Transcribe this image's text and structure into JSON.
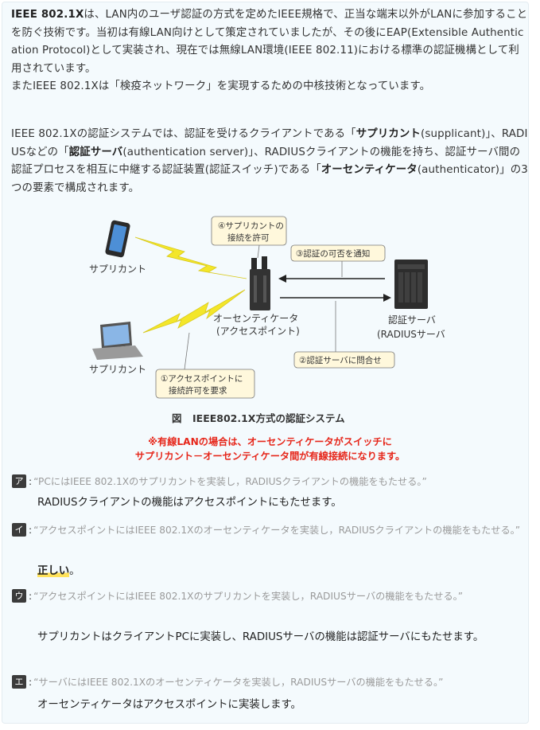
{
  "paragraph1": {
    "term": "IEEE 802.1X",
    "text": "は、LAN内のユーザ認証の方式を定めたIEEE規格で、正当な端末以外がLANに参加することを防ぐ技術です。当初は有線LAN向けとして策定されていましたが、その後にEAP(Extensible Authentication Protocol)として実装され、現在では無線LAN環境(IEEE 802.11)における標準の認証機構として利用されています。",
    "line2": "またIEEE 802.1Xは「検疫ネットワーク」を実現するための中核技術となっています。"
  },
  "paragraph2": {
    "part1": "IEEE 802.1Xの認証システムでは、認証を受けるクライアントである「",
    "term1": "サプリカント",
    "part2": "(supplicant)」、RADIUSなどの「",
    "term2": "認証サーバ",
    "part3": "(authentication server)」、RADIUSクライアントの機能を持ち、認証サーバ間の認証プロセスを相互に中継する認証装置(認証スイッチ)である「",
    "term3": "オーセンティケータ",
    "part4": "(authenticator)」の3つの要素で構成されます。"
  },
  "diagram": {
    "supplicant_top": "サプリカント",
    "supplicant_bottom": "サプリカント",
    "authenticator_line1": "オーセンティケータ",
    "authenticator_line2": "(アクセスポイント)",
    "server_line1": "認証サーバ",
    "server_line2": "(RADIUSサーバ)",
    "step4_line1": "④サプリカントの",
    "step4_line2": "接続を許可",
    "step3": "③認証の可否を通知",
    "step2": "②認証サーバに問合せ",
    "step1_line1": "①アクセスポイントに",
    "step1_line2": "接続許可を要求",
    "caption_label": "図",
    "caption": "IEEE802.1X方式の認証システム"
  },
  "note": {
    "line1": "※有線LANの場合は、オーセンティケータがスイッチに",
    "line2": "サプリカント－オーセンティケータ間が有線接続になります。"
  },
  "choices": [
    {
      "badge": "ア",
      "colon": ":",
      "question": "“PCにはIEEE 802.1Xのサプリカントを実装し，RADIUSクライアントの機能をもたせる。”",
      "answer": "RADIUSクライアントの機能はアクセスポイントにもたせます。"
    },
    {
      "badge": "イ",
      "colon": ":",
      "question": "“アクセスポイントにはIEEE 802.1Xのオーセンティケータを実装し，RADIUSクライアントの機能をもたせる。”",
      "answer": "正しい",
      "answer_suffix": "。"
    },
    {
      "badge": "ウ",
      "colon": ":",
      "question": "“アクセスポイントにはIEEE 802.1Xのサプリカントを実装し，RADIUSサーバの機能をもたせる。”",
      "answer": "サプリカントはクライアントPCに実装し、RADIUSサーバの機能は認証サーバにもたせます。"
    },
    {
      "badge": "エ",
      "colon": ":",
      "question": "“サーバにはIEEE 802.1Xのオーセンティケータを実装し，RADIUSサーバの機能をもたせる。”",
      "answer": "オーセンティケータはアクセスポイントに実装します。"
    }
  ],
  "colors": {
    "note_red": "#e6271b",
    "lightning_yellow": "#f3e62a",
    "callout_fill": "#fff8dc",
    "badge_dark": "#3b3b3b",
    "highlight": "#ffe25a"
  }
}
